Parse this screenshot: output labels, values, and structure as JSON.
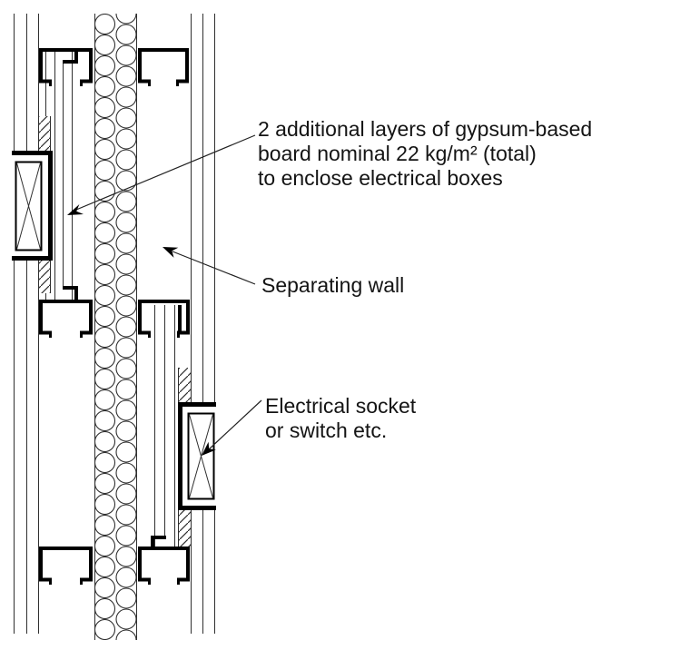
{
  "annotations": {
    "layers": {
      "line1": "2 additional layers of gypsum-based",
      "line2": "board nominal 22 kg/m² (total)",
      "line3": "to enclose electrical boxes"
    },
    "wall": {
      "label": "Separating wall"
    },
    "socket": {
      "line1": "Electrical socket",
      "line2": "or switch etc."
    }
  },
  "colors": {
    "ink": "#000000",
    "thin_line": "#2f2f2f",
    "background": "#ffffff"
  }
}
